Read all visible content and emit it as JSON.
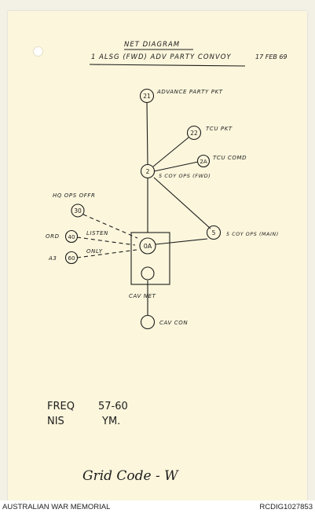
{
  "header": {
    "title": "NET DIAGRAM",
    "subtitle": "1 ALSG (FWD) ADV PARTY CONVOY",
    "date": "17 FEB 69"
  },
  "nodes": [
    {
      "id": "n21",
      "label": "21",
      "caption": "ADVANCE PARTY PKT"
    },
    {
      "id": "n22",
      "label": "22",
      "caption": "TCU PKT"
    },
    {
      "id": "n2A",
      "label": "2A",
      "caption": "TCU COMD"
    },
    {
      "id": "n2",
      "label": "2",
      "caption": "5 COY OPS (FWD)"
    },
    {
      "id": "n5",
      "label": "5",
      "caption": "5 COY OPS (MAIN)"
    },
    {
      "id": "n30",
      "label": "30",
      "caption": "HQ OPS OFFR"
    },
    {
      "id": "n40",
      "label": "40",
      "caption": "ORD"
    },
    {
      "id": "n60",
      "label": "60",
      "caption": "A3"
    },
    {
      "id": "n0A",
      "label": "0A",
      "caption": ""
    },
    {
      "id": "nlower",
      "label": "",
      "caption": ""
    },
    {
      "id": "ncon",
      "label": "",
      "caption": "CAV CON"
    }
  ],
  "annotations": {
    "listen": "LISTEN",
    "only": "ONLY",
    "cav_net": "CAV   NET"
  },
  "details": {
    "freq_label": "FREQ",
    "freq_value": "57-60",
    "nis_label": "NIS",
    "nis_value": "YM."
  },
  "grid_code": "Grid Code - W",
  "footer": {
    "left": "AUSTRALIAN WAR MEMORIAL",
    "right": "RCDIG1027853"
  },
  "colors": {
    "paper": "#fbf6dc",
    "ink": "#1c1c1c"
  }
}
